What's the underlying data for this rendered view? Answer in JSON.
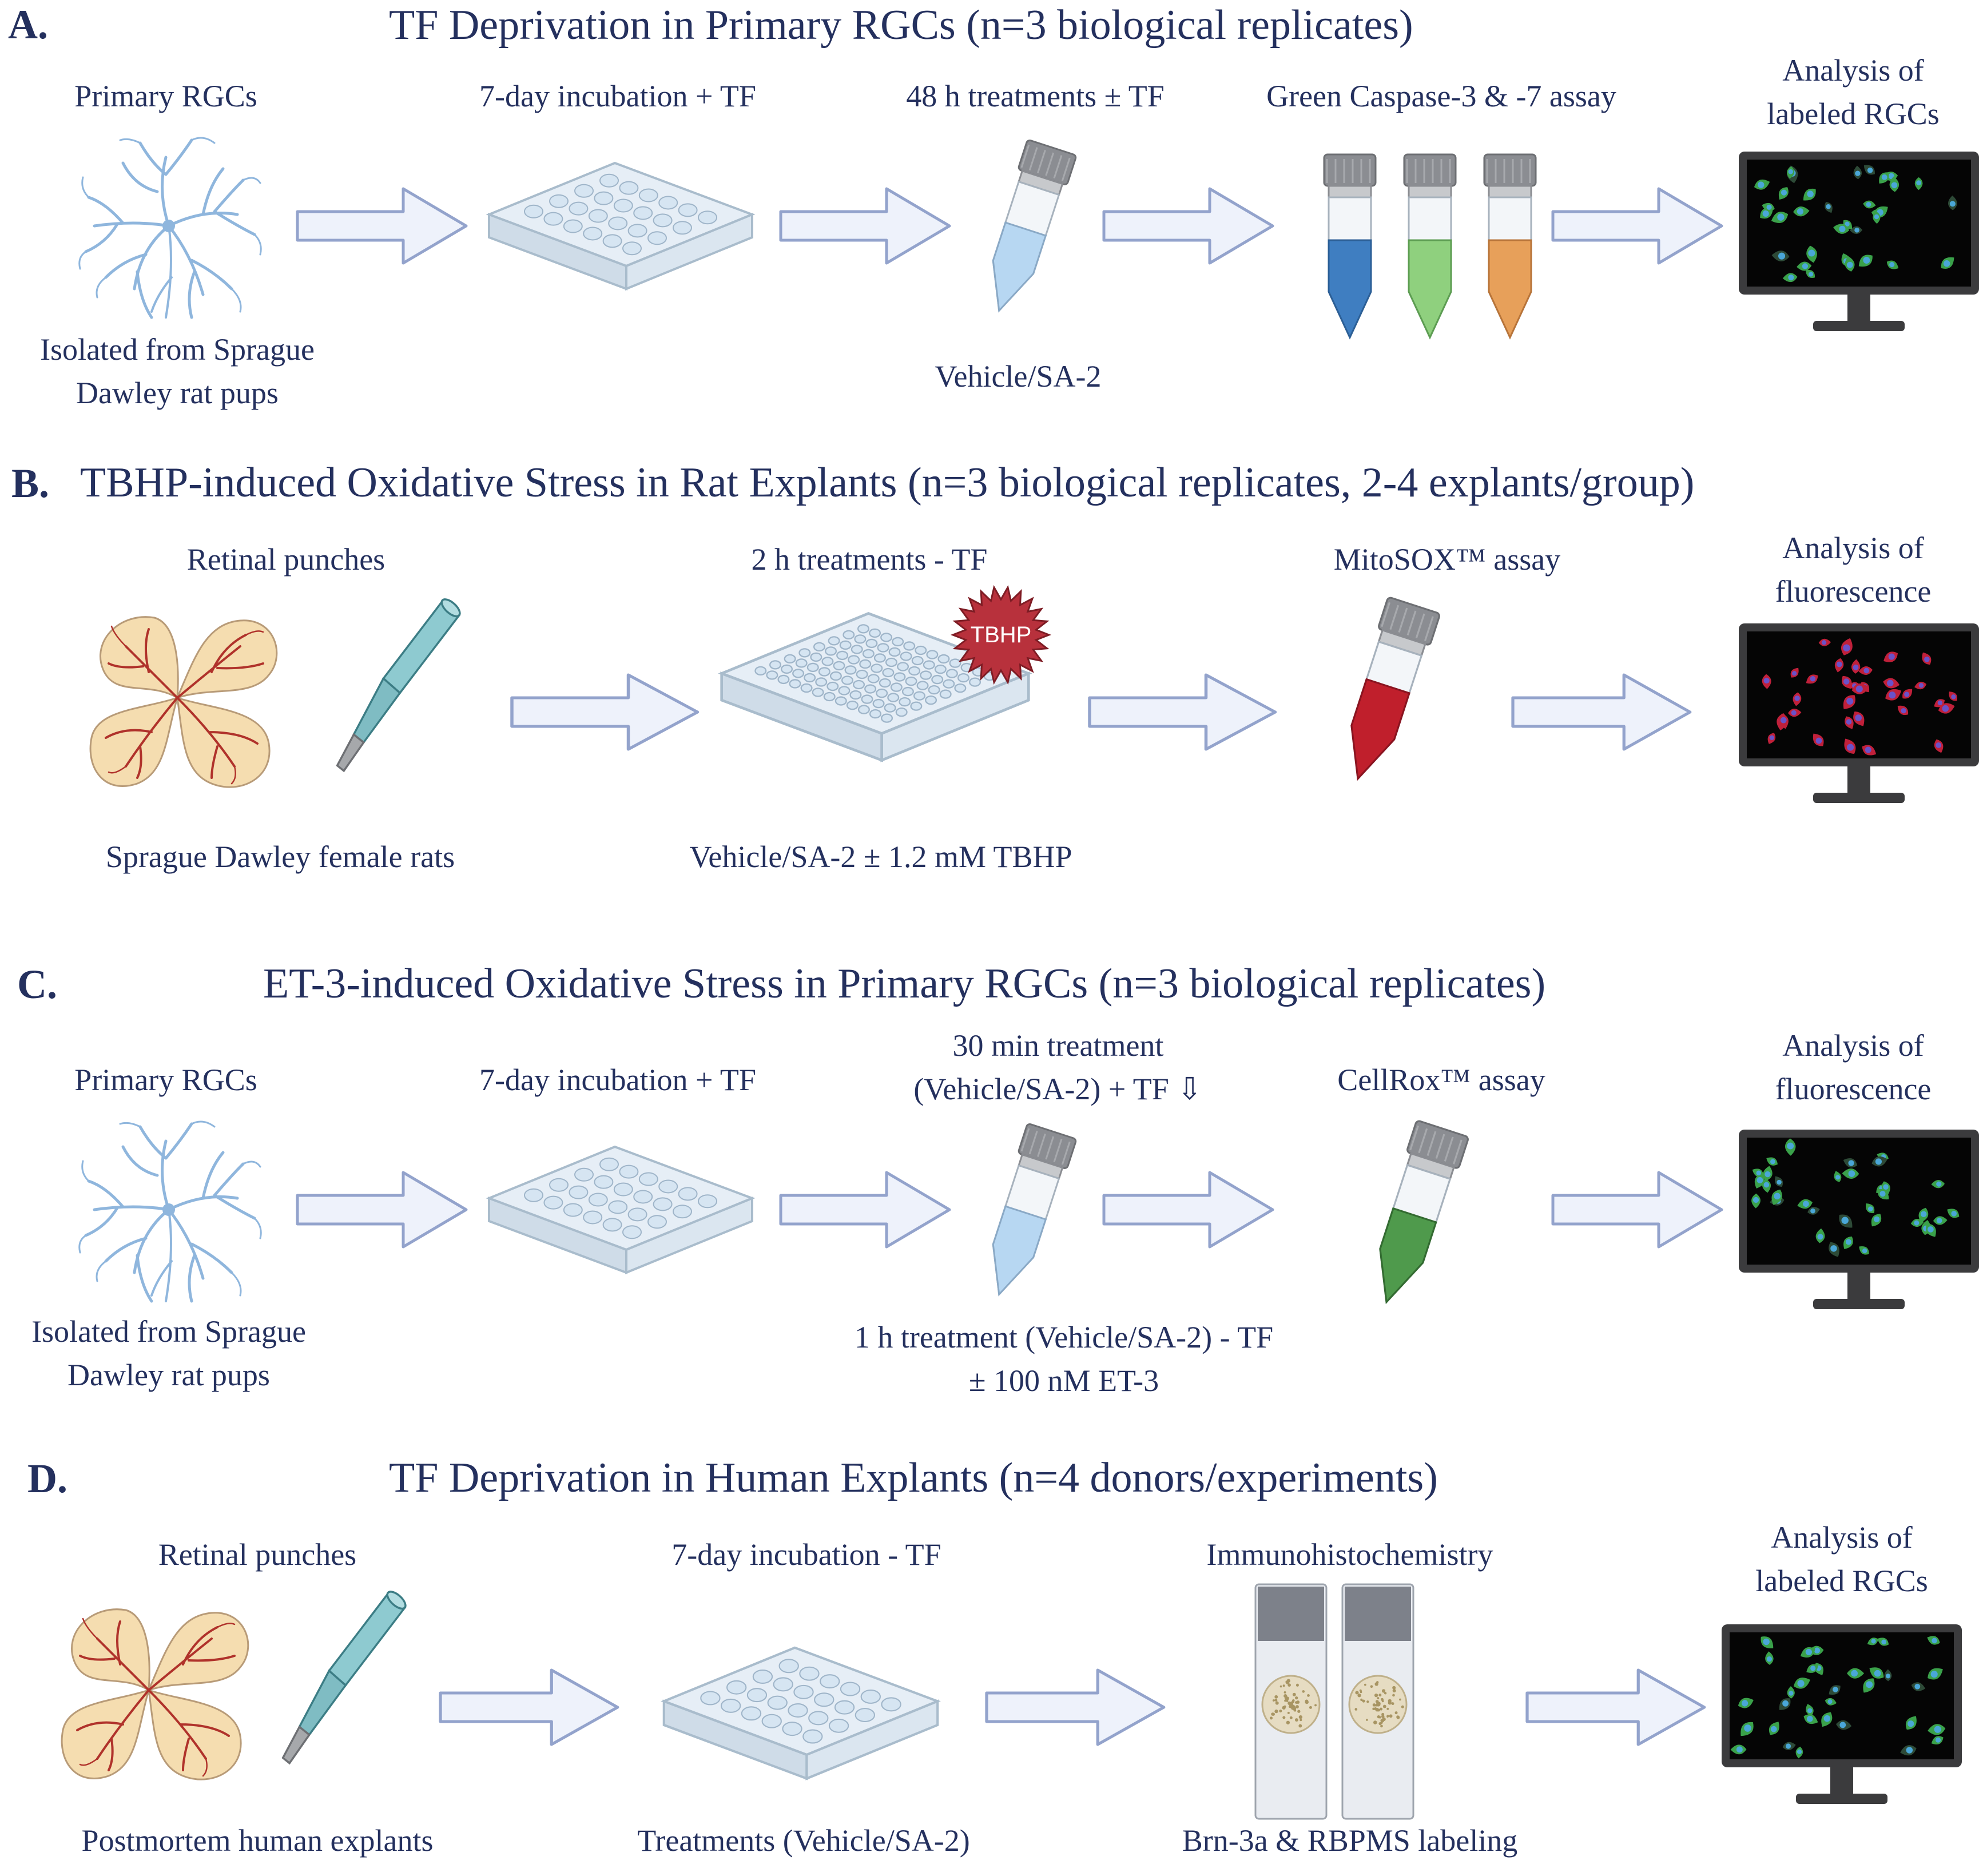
{
  "colors": {
    "text": "#24305e",
    "arrow_fill": "#eef2fb",
    "arrow_stroke": "#93a3cc",
    "neuron": "#8fb6dd",
    "retina_fill": "#f5ddb0",
    "retina_vessel": "#b0322b",
    "tube_blue": "#3f7ec1",
    "tube_green": "#8fd07e",
    "tube_orange": "#e7a05a",
    "tube_light_blue": "#b7d7f2",
    "tube_red": "#c01f2c",
    "tube_dark_green": "#4f9a4c",
    "tbhp_burst": "#b8313c"
  },
  "panel_a": {
    "letter": "A.",
    "title": "TF Deprivation in Primary RGCs (n=3 biological replicates)",
    "step1_top": "Primary RGCs",
    "step1_bottom_line1": "Isolated from Sprague",
    "step1_bottom_line2": "Dawley rat pups",
    "step2_top": "7-day incubation + TF",
    "step3_top": "48 h treatments ± TF",
    "step3_bottom": "Vehicle/SA-2",
    "step4_top": "Green Caspase-3 & -7 assay",
    "step5_top_line1": "Analysis of",
    "step5_top_line2": "labeled RGCs",
    "icons": [
      "neuron-icon",
      "24-well-plate-icon",
      "tube-icon",
      "three-tubes-icon",
      "monitor-icon"
    ]
  },
  "panel_b": {
    "letter": "B.",
    "title": "TBHP-induced Oxidative Stress in Rat Explants (n=3 biological replicates, 2-4 explants/group)",
    "step1_top": "Retinal punches",
    "step1_bottom": "Sprague Dawley female rats",
    "step2_top": "2 h treatments - TF",
    "step2_badge": "TBHP",
    "step2_bottom": "Vehicle/SA-2 ± 1.2 mM TBHP",
    "step3_top": "MitoSOX™ assay",
    "step4_top_line1": "Analysis of",
    "step4_top_line2": "fluorescence"
  },
  "panel_c": {
    "letter": "C.",
    "title": "ET-3-induced Oxidative Stress in Primary RGCs (n=3 biological replicates)",
    "step1_top": "Primary RGCs",
    "step1_bottom_line1": "Isolated from Sprague",
    "step1_bottom_line2": "Dawley rat pups",
    "step2_top": "7-day incubation + TF",
    "step3_top_line1": "30 min treatment",
    "step3_top_line2": "(Vehicle/SA-2) + TF ⇩",
    "step3_bottom_line1": "1 h treatment (Vehicle/SA-2) - TF",
    "step3_bottom_line2": "± 100 nM ET-3",
    "step4_top": "CellRox™ assay",
    "step5_top_line1": "Analysis of",
    "step5_top_line2": "fluorescence"
  },
  "panel_d": {
    "letter": "D.",
    "title": "TF Deprivation in Human Explants (n=4 donors/experiments)",
    "step1_top": "Retinal punches",
    "step1_bottom": "Postmortem human explants",
    "step2_top": "7-day incubation - TF",
    "step2_bottom": "Treatments (Vehicle/SA-2)",
    "step3_top": "Immunohistochemistry",
    "step3_bottom": "Brn-3a & RBPMS labeling",
    "step4_top_line1": "Analysis of",
    "step4_top_line2": "labeled RGCs"
  }
}
